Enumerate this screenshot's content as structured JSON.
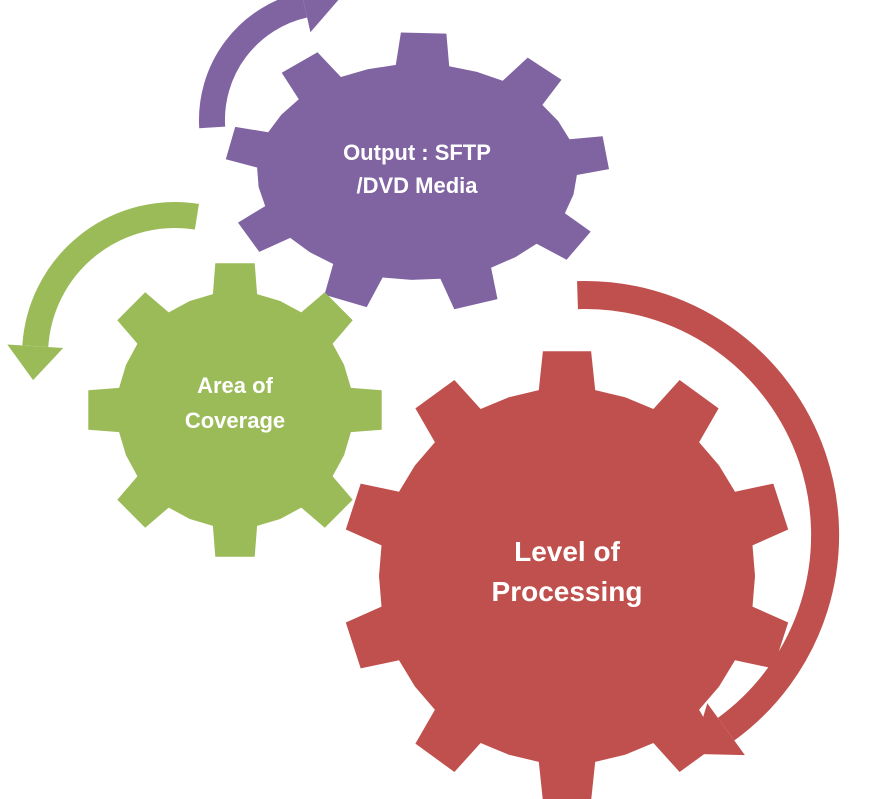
{
  "diagram": {
    "gears": [
      {
        "id": "output",
        "lines": [
          "Output : SFTP",
          "/DVD Media"
        ],
        "color": "#8064a2"
      },
      {
        "id": "coverage",
        "lines": [
          "Area of",
          "Coverage"
        ],
        "color": "#9bbb59"
      },
      {
        "id": "processing",
        "lines": [
          "Level of",
          "Processing"
        ],
        "color": "#c0504d"
      }
    ]
  }
}
